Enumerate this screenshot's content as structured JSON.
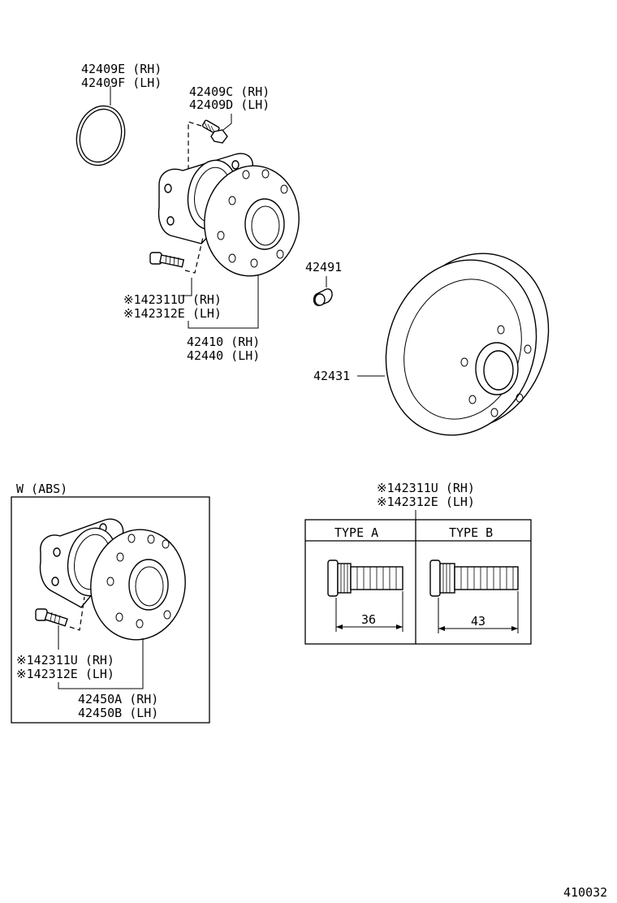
{
  "labels": {
    "oring_rh": "42409E (RH)",
    "oring_lh": "42409F (LH)",
    "bolt_rh": "42409C (RH)",
    "bolt_lh": "42409D (LH)",
    "stud_rh": "※142311U (RH)",
    "stud_lh": "※142312E (LH)",
    "hub_rh": "42410 (RH)",
    "hub_lh": "42440 (LH)",
    "plug": "42491",
    "disc": "42431"
  },
  "abs_box": {
    "title": "W (ABS)",
    "stud_rh": "※142311U (RH)",
    "stud_lh": "※142312E (LH)",
    "hub_rh": "42450A (RH)",
    "hub_lh": "42450B (LH)"
  },
  "type_table": {
    "stud_rh": "※142311U (RH)",
    "stud_lh": "※142312E (LH)",
    "type_a": "TYPE A",
    "type_b": "TYPE B",
    "length_a": "36",
    "length_b": "43"
  },
  "figure_number": "410032"
}
